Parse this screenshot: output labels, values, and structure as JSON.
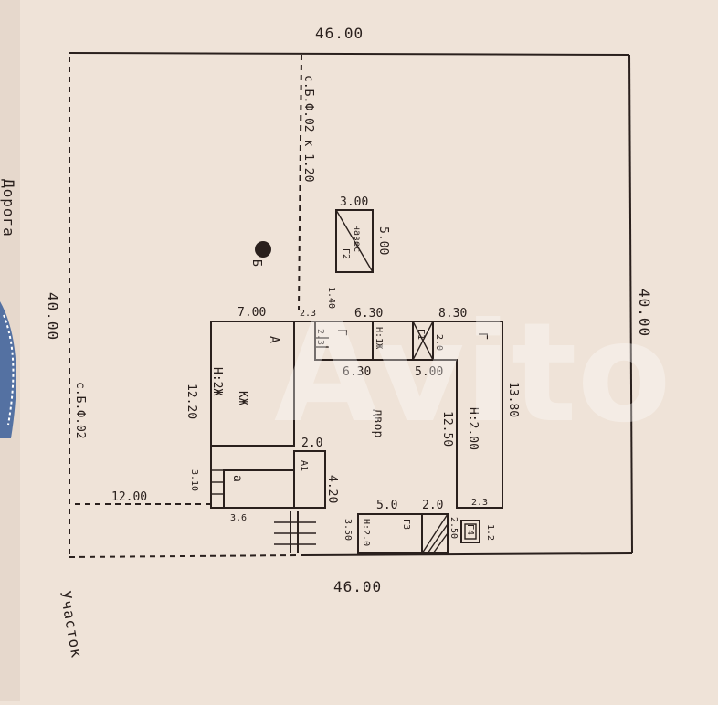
{
  "plot": {
    "top_width": "46.00",
    "bottom_width": "46.00",
    "left_depth": "40.00",
    "right_depth": "40.00",
    "red_line_left": "с.Б.Ф.02",
    "red_line_center": "с.Б.Ф.02 к 1.20",
    "setback_12": "12.00"
  },
  "well": {
    "label": "Б"
  },
  "shed": {
    "width": "3.00",
    "length": "5.00",
    "label_name": "навес",
    "label_code": "Г2"
  },
  "house": {
    "label_a": "А",
    "name": "КЖ",
    "floors": "Н:2Ж",
    "width": "7.00",
    "depth": "12.20",
    "small_room_label": "а",
    "small_dim_a": "3.10",
    "small_dim_b": "3.6"
  },
  "annex_a1": {
    "label": "А1",
    "width": "2.0",
    "depth": "4.20"
  },
  "yard": {
    "label_g": "Г",
    "floors_g": "Н:1Ж",
    "label_g1": "Г1",
    "dim_top_a": "6.30",
    "dim_top_b": "8.30",
    "dim_inner_a": "6.30",
    "dim_inner_b": "5.00",
    "dim_right": "13.80",
    "dim_inner_depth": "12.50",
    "floors_right": "Н:2.00",
    "label_right": "Г",
    "yard_word": "двор",
    "dim_gap": "2.3",
    "dim_small_20": "2.0",
    "dim_x": "2.3",
    "dim_offset": "1.40",
    "dim_left_small": "2.3"
  },
  "bottom_block": {
    "dim_a": "5.0",
    "dim_b": "2.0",
    "floors": "Н:2.0",
    "label_g": "Г3",
    "dim_depth": "3.50",
    "dim_d2": "2.50",
    "label_g4": "Г4",
    "dim_tiny": "1.2"
  },
  "side_text": {
    "left_street": "Дорога",
    "bottom_street": "Участок"
  },
  "watermark": "Avito",
  "colors": {
    "paper": "#efe3d8",
    "ink": "#2a201d",
    "blue_stamp": "#3a5f9a"
  }
}
